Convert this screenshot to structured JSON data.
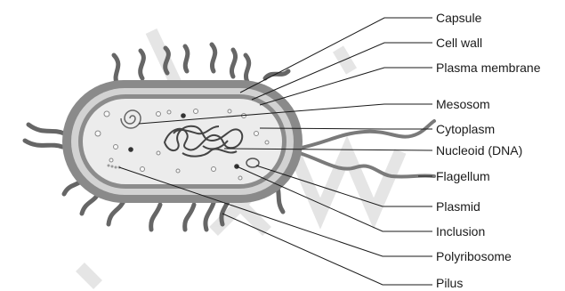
{
  "diagram": {
    "labels": {
      "capsule": "Capsule",
      "cell_wall": "Cell wall",
      "plasma_membrane": "Plasma membrane",
      "mesosome": "Mesosom",
      "cytoplasm": "Cytoplasm",
      "nucleoid": "Nucleoid (DNA)",
      "flagellum": "Flagellum",
      "plasmid": "Plasmid",
      "inclusion": "Inclusion",
      "polyribosome": "Polyribosome",
      "pilus": "Pilus"
    },
    "colors": {
      "capsule": "#8a8a8a",
      "cell_wall": "#d2d2d2",
      "plasma_membrane": "#8c8c8c",
      "cytoplasm": "#ececec",
      "outline": "#555555",
      "text": "#1a1a1a",
      "watermark": "#c9c9c9"
    }
  }
}
